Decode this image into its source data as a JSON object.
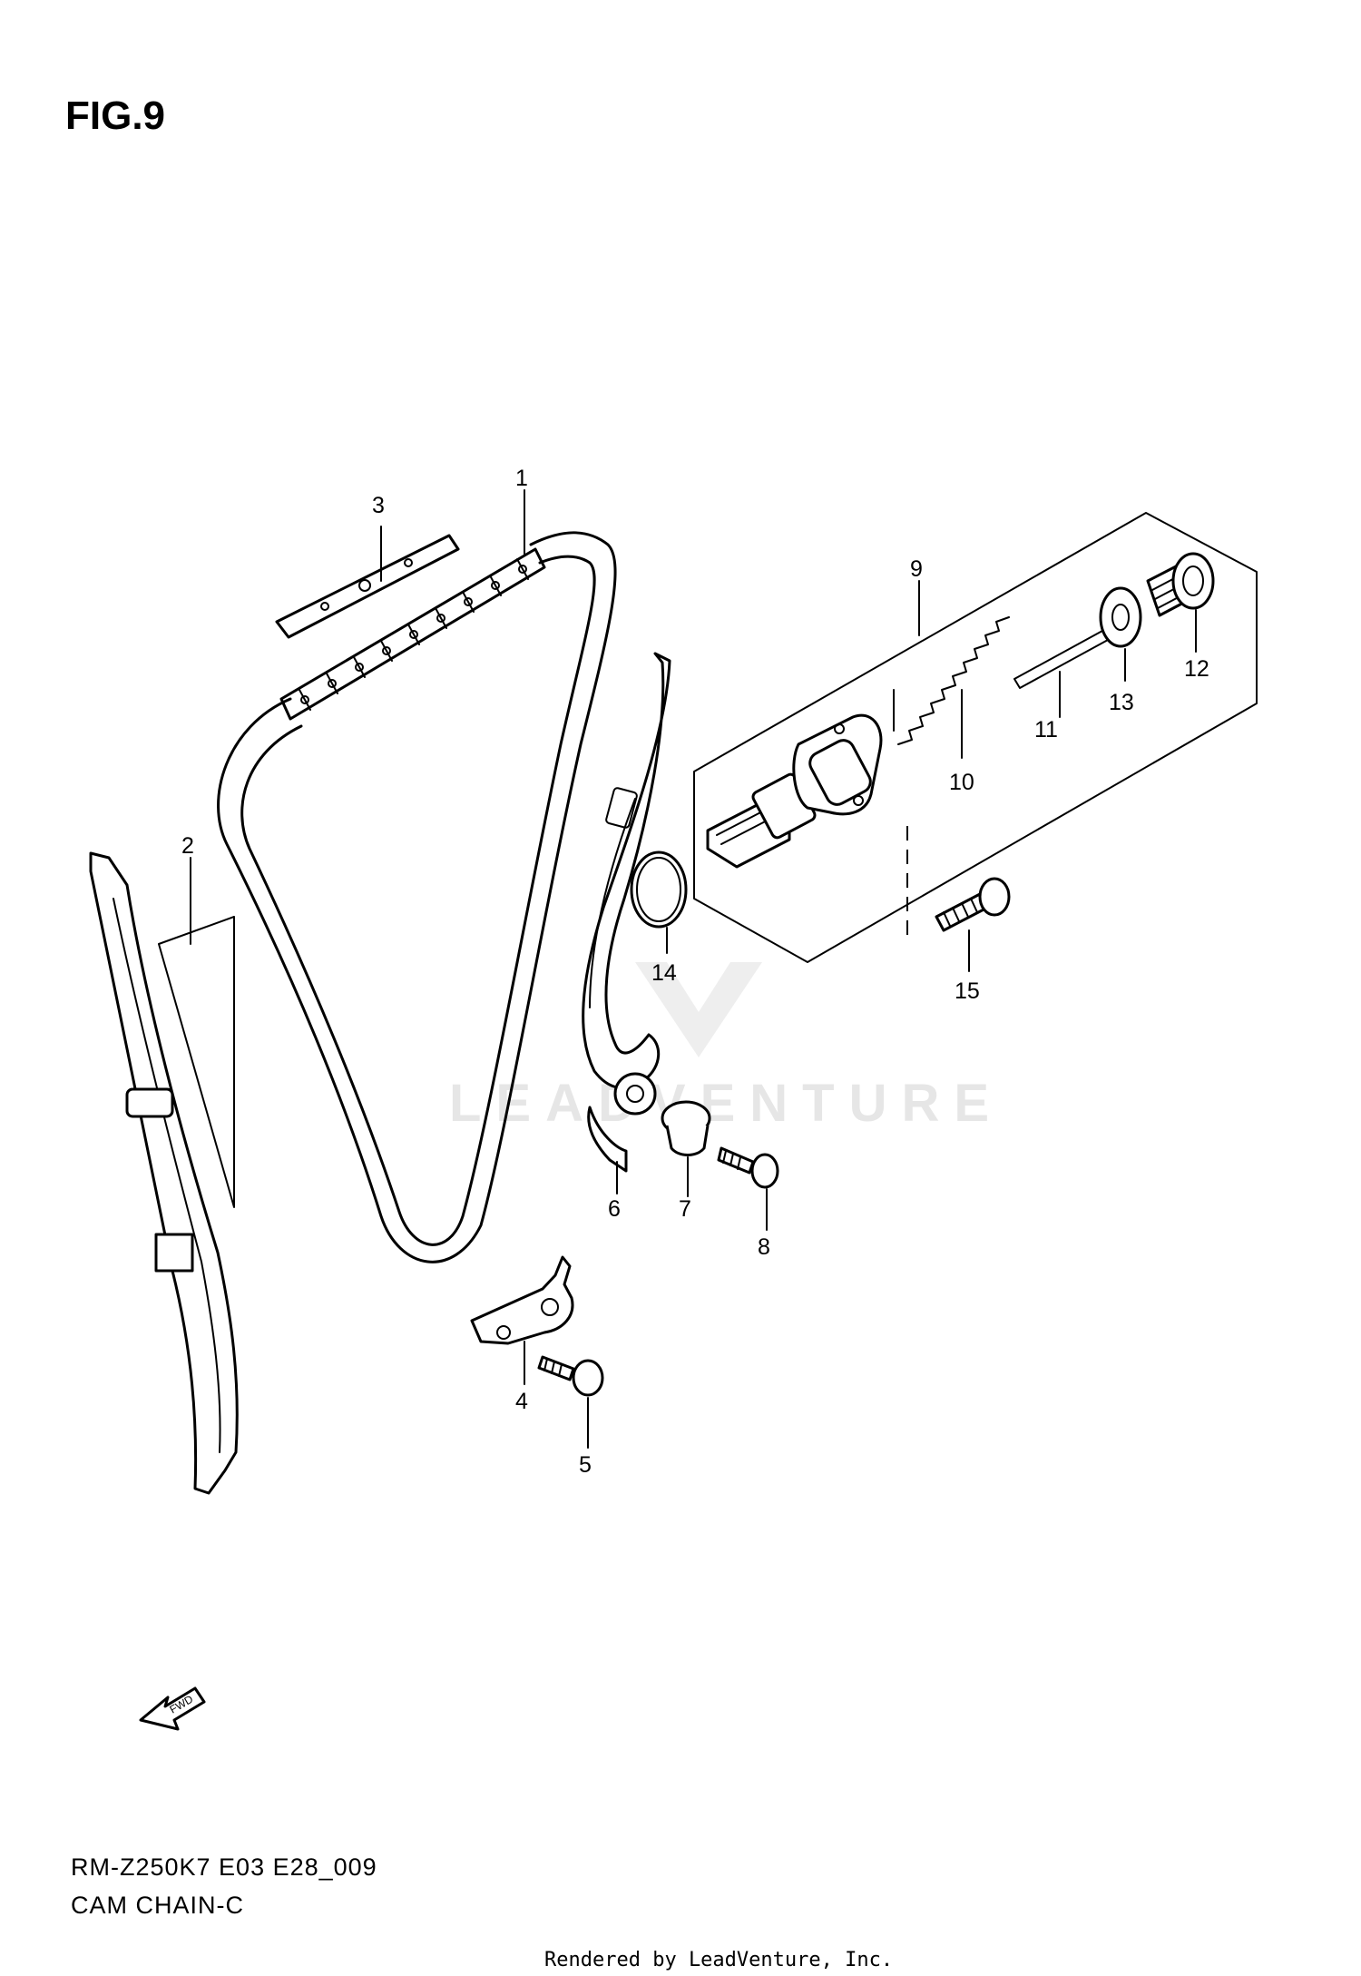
{
  "figure": {
    "title": "FIG.9",
    "model_code": "RM-Z250K7 E03 E28_009",
    "subtitle": "CAM CHAIN-C",
    "rendered_by": "Rendered by LeadVenture, Inc.",
    "watermark": "LEADVENTURE",
    "fwd_label": "FWD"
  },
  "callouts": [
    "1",
    "2",
    "3",
    "4",
    "5",
    "6",
    "7",
    "8",
    "9",
    "10",
    "11",
    "12",
    "13",
    "14",
    "15"
  ]
}
